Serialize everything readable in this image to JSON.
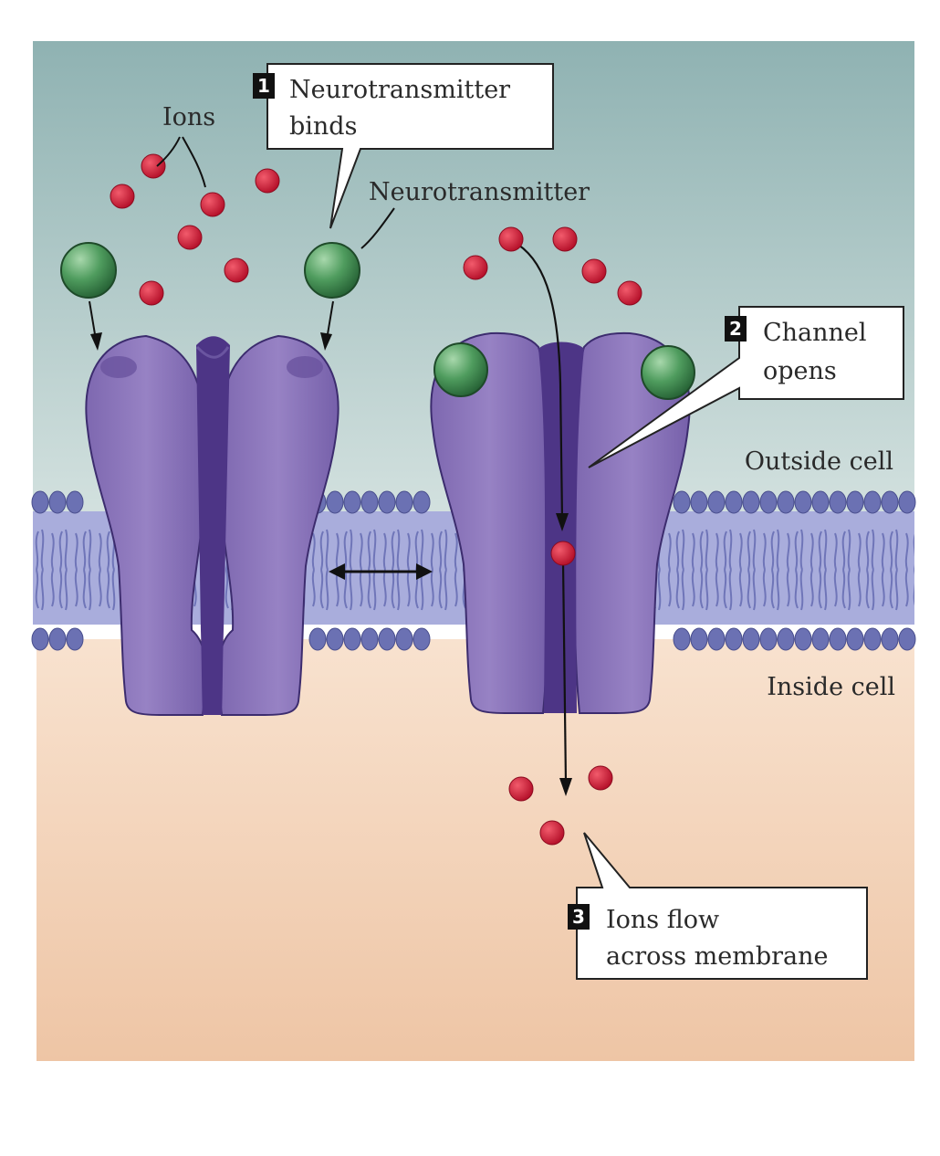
{
  "labels": {
    "ions": "Ions",
    "neurotransmitter": "Neurotransmitter",
    "outside": "Outside cell",
    "inside": "Inside cell"
  },
  "steps": [
    {
      "number": "1",
      "line1": "Neurotransmitter",
      "line2": "binds"
    },
    {
      "number": "2",
      "line1": "Channel",
      "line2": "opens"
    },
    {
      "number": "3",
      "line1": "Ions flow",
      "line2": "across membrane"
    }
  ],
  "colors": {
    "outside_top": "#8fb2b2",
    "outside_bottom": "#cfdede",
    "inside_top": "#f6dcc6",
    "inside_bottom": "#efc9ab",
    "membrane": "#8d92c9",
    "channel": "#8a73b8",
    "channel_dark": "#4d3586",
    "ion": "#c8102e",
    "neurotransmitter": "#3f8f52"
  }
}
